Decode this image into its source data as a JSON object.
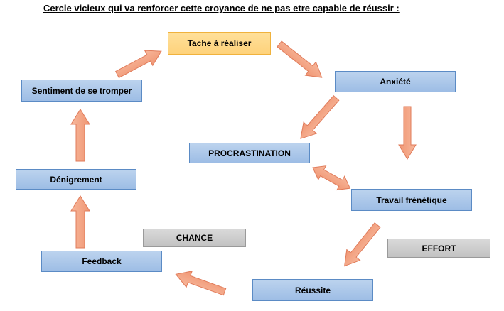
{
  "title": "Cercle vicieux qui va renforcer cette croyance de ne pas etre capable de réussir :",
  "nodes": {
    "tache": "Tache à réaliser",
    "anxiete": "Anxiété",
    "procrastination": "PROCRASTINATION",
    "travail": "Travail frénétique",
    "reussite": "Réussite",
    "feedback": "Feedback",
    "denigrement": "Dénigrement",
    "sentiment": "Sentiment de se tromper",
    "chance": "CHANCE",
    "effort": "EFFORT"
  },
  "colors": {
    "node_blue": "#9dbde5",
    "node_yellow": "#fed27b",
    "node_gray": "#c2c2c2",
    "arrow_fill": "#f4a582",
    "arrow_stroke": "#e07b5a"
  }
}
